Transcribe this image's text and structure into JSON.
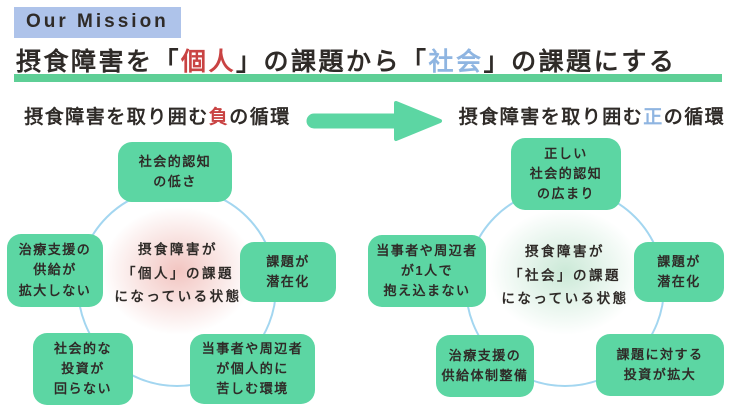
{
  "colors": {
    "badge_bg": "#aec3ea",
    "mint": "#5cd6a3",
    "underline": "#5ecf96",
    "red_accent": "#c94343",
    "blue_accent": "#8fb5e1",
    "circle_stroke": "#a3d6f0",
    "pink_blob": "#f2c5c1",
    "green_blob": "#cbe9d7",
    "text": "#2f2b28"
  },
  "header": {
    "badge": "Our Mission",
    "title": {
      "pre": "摂食障害を「",
      "accent1": "個人",
      "mid": "」の課題から「",
      "accent2": "社会",
      "post": "」の課題にする"
    }
  },
  "icons": {
    "transition_arrow": "right-arrow"
  },
  "left_cycle": {
    "subtitle": {
      "pre": "摂食障害を取り囲む",
      "accent": "負",
      "post": "の循環"
    },
    "center": "摂食障害が\n「個人」の課題\nになっている状態",
    "nodes": {
      "top": "社会的認知\nの低さ",
      "right": "課題が\n潜在化",
      "bottom_right": "当事者や周辺者\nが個人的に\n苦しむ環境",
      "bottom_left": "社会的な\n投資が\n回らない",
      "left": "治療支援の\n供給が\n拡大しない"
    }
  },
  "right_cycle": {
    "subtitle": {
      "pre": "摂食障害を取り囲む",
      "accent": "正",
      "post": "の循環"
    },
    "center": "摂食障害が\n「社会」の課題\nになっている状態",
    "nodes": {
      "top": "正しい\n社会的認知\nの広まり",
      "right": "課題が\n潜在化",
      "bottom_right": "課題に対する\n投資が拡大",
      "bottom_left": "治療支援の\n供給体制整備",
      "left": "当事者や周辺者\nが1人で\n抱え込まない"
    }
  }
}
